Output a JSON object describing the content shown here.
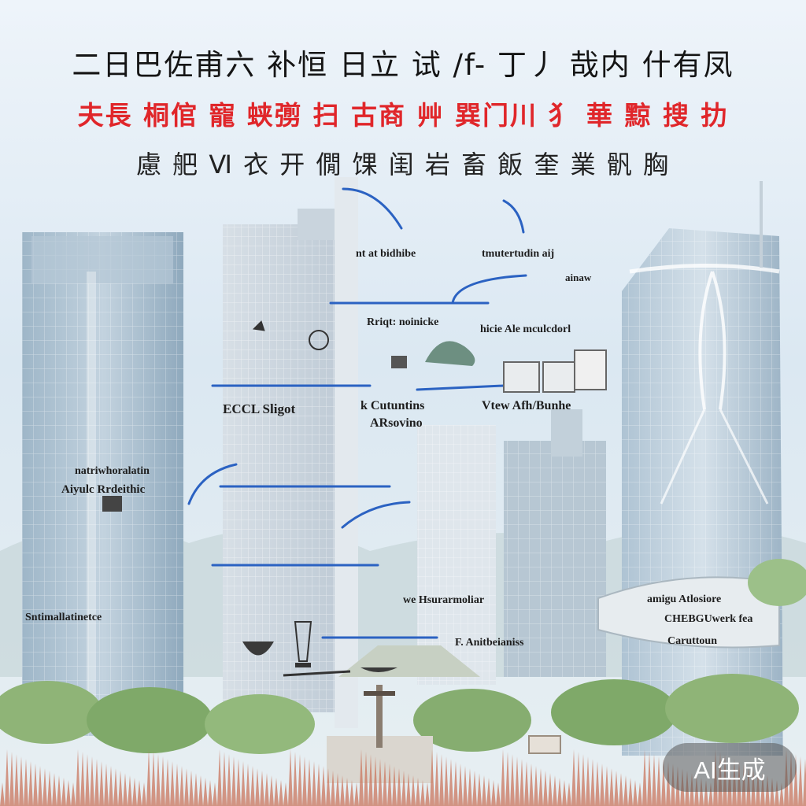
{
  "title": {
    "line1": "二日巴佐甫六 补恒 日立 试 /f- 丁丿 哉内 什有凤",
    "line2": "夫長 桐倌 寵 蛱彅 扫 古商 艸 巽门川 犭 華 黥 搜 扐",
    "line3": "慮 舥 Ⅵ 衣 开 僩 馃 闺 岩 畜 飯 奎 業 骪 胸"
  },
  "labels": [
    "nt at bidhibe",
    "tmutertudin aij",
    "ainaw",
    "Rriqt: noinicke",
    "hicie Ale mculcdorl",
    "ECCL Sligot",
    "k Cutuntins",
    "ARsovino",
    "Vtew Afh/Bunhe",
    "natriwhoralatin",
    "Aiyulc Rrdeithic",
    "Sntimallatinetce",
    "we Hsurarmoliar",
    "F. Anitbeianiss"
  ],
  "right_panel": [
    "amigu Atlosiore",
    "CHEBGUwerk fea",
    "Caruttoun"
  ],
  "badge": {
    "text": "AI生成"
  },
  "colors": {
    "title_dark": "#151515",
    "title_red": "#e0262a",
    "connector_blue": "#2b62c2",
    "sky": "#d6e6f1",
    "tower_glass": "#a9bfcf",
    "foliage": "#7fa969",
    "rust": "#c9755e"
  }
}
